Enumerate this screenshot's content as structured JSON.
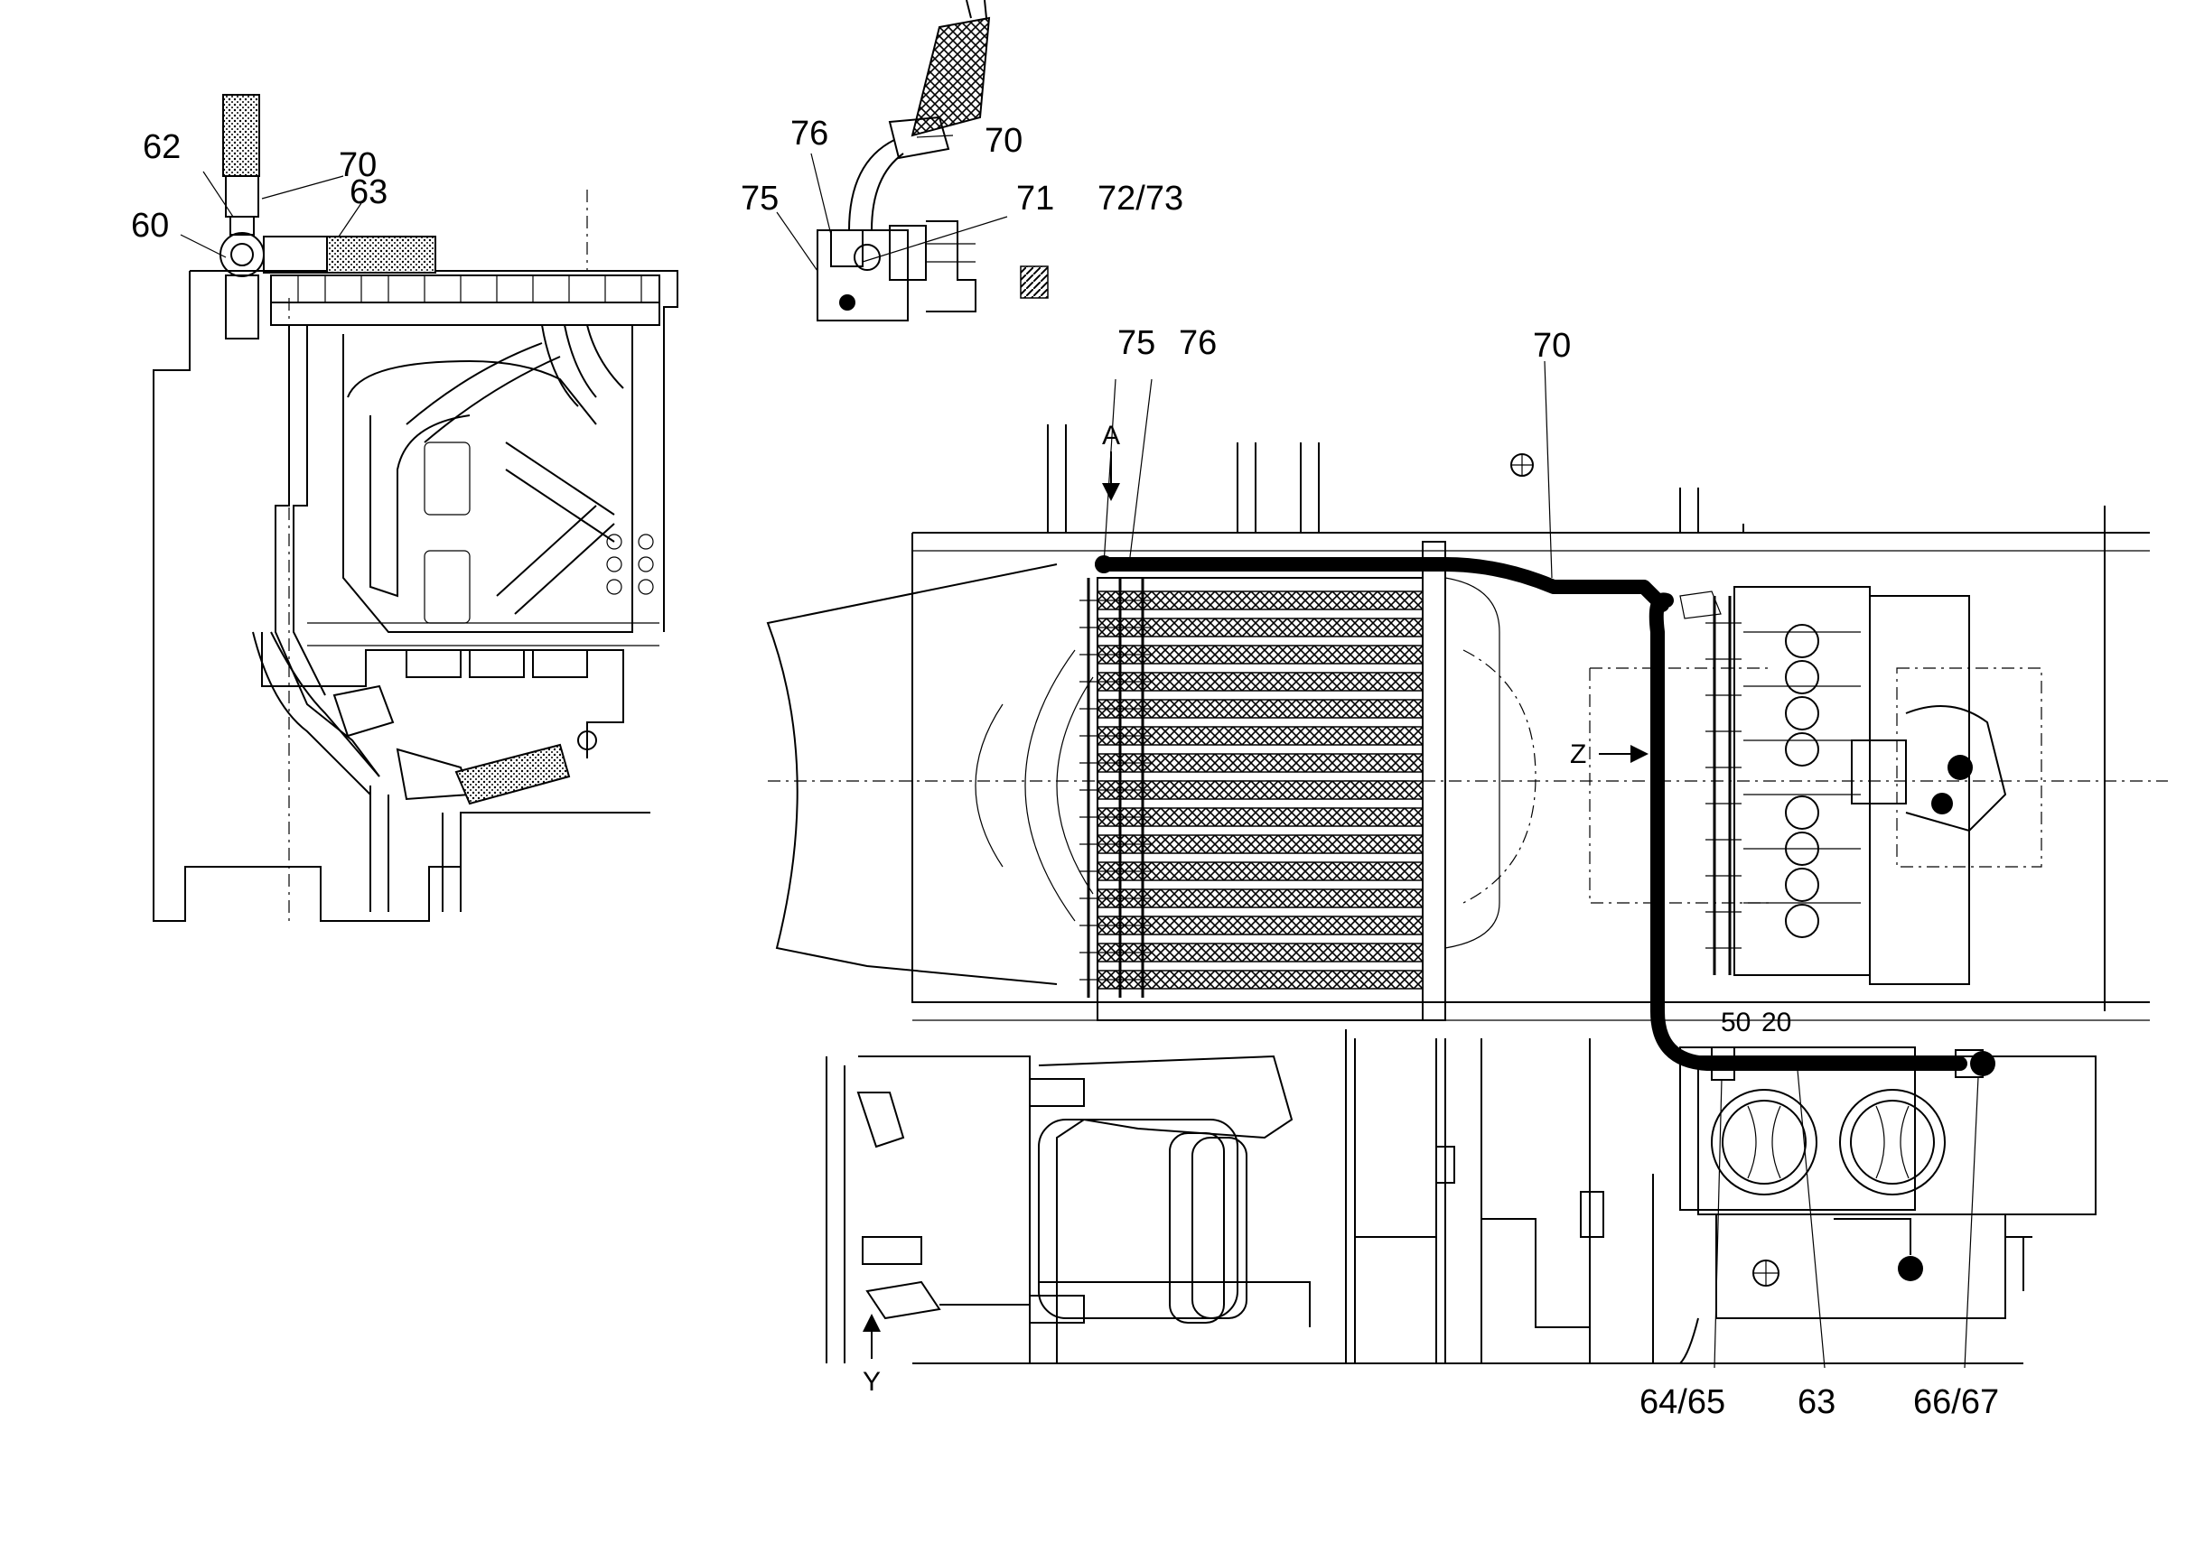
{
  "diagram": {
    "labels": {
      "l62": "62",
      "l70a": "70",
      "l63a": "63",
      "l60": "60",
      "l76a": "76",
      "l70b": "70",
      "l75a": "75",
      "l71": "71",
      "l7273": "72/73",
      "l75b": "75",
      "l76b": "76",
      "l70c": "70",
      "l6465": "64/65",
      "l63b": "63",
      "l6667": "66/67"
    },
    "arrows": {
      "a": "A",
      "z": "Z",
      "y": "Y"
    }
  }
}
